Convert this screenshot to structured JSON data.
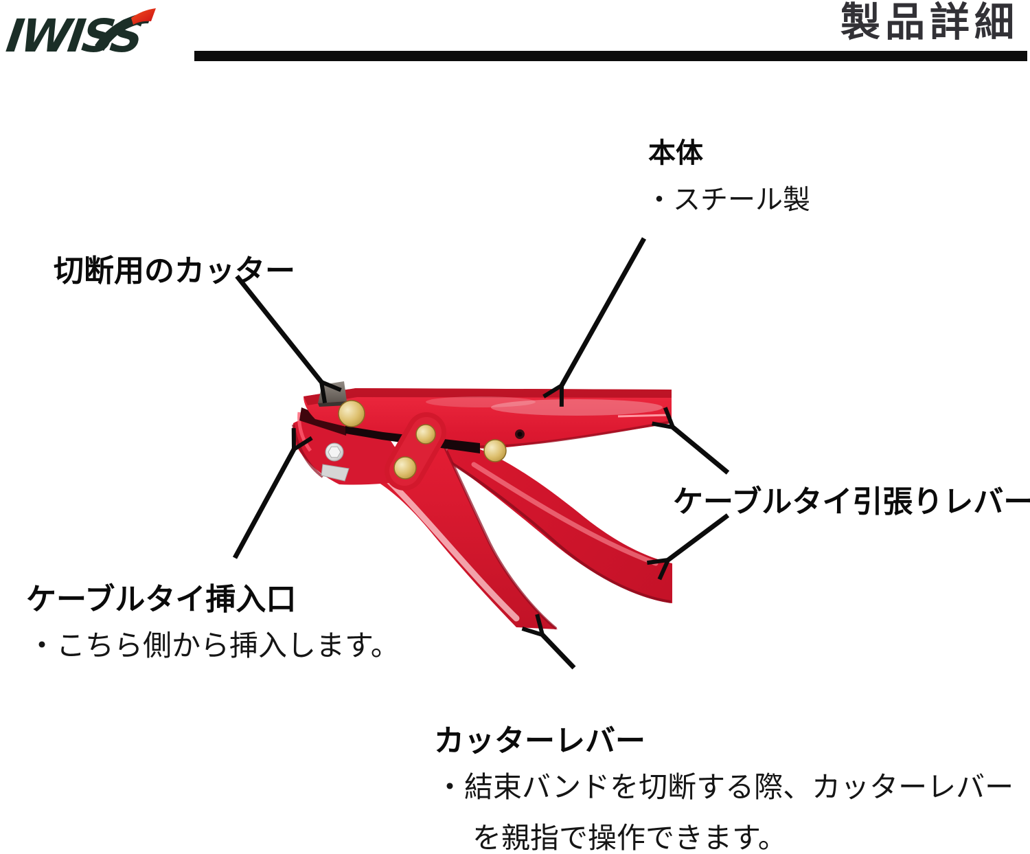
{
  "header": {
    "brand": "IWISS",
    "title": "製品詳細"
  },
  "callouts": {
    "body": {
      "label": "本体",
      "note": "・スチール製"
    },
    "cutter": {
      "label": "切断用のカッター"
    },
    "insertion": {
      "label": "ケーブルタイ挿入口",
      "note": "・こちら側から挿入します。"
    },
    "pull_lever": {
      "label": "ケーブルタイ引張りレバー"
    },
    "cutter_lever": {
      "label": "カッターレバー",
      "note_line1": "・結束バンドを切断する際、カッターレバー",
      "note_line2": "を親指で操作できます。"
    }
  },
  "colors": {
    "ink": "#0c0c0c",
    "title_gray": "#323136",
    "brand_dark_green": "#1b2e27",
    "brand_swoosh_red": "#e8321c",
    "tool_red": "#dd1830",
    "tool_red_dark": "#9c0f21",
    "brass": "#ddbf6d",
    "blade_gray": "#6e6862",
    "bolt_silver": "#e2e2e2"
  }
}
